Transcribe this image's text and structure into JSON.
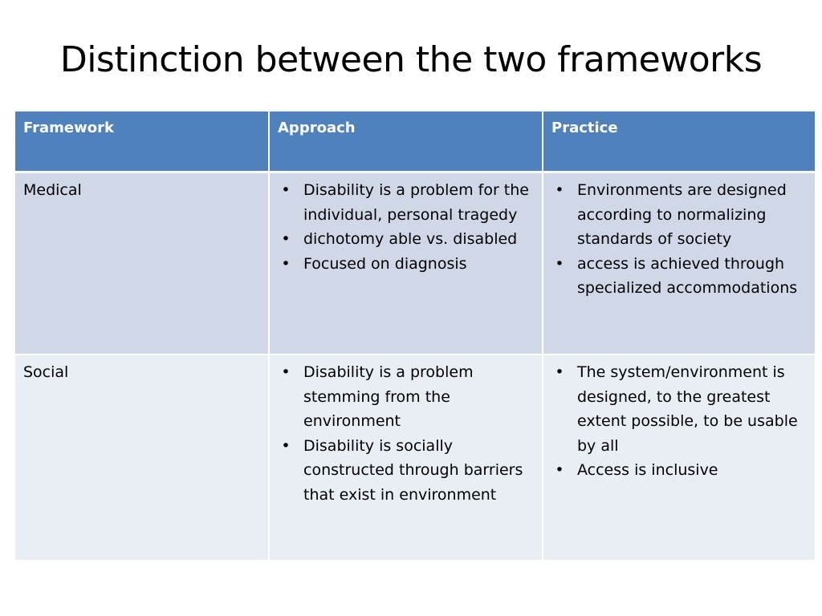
{
  "slide": {
    "title": "Distinction between the two frameworks"
  },
  "table": {
    "headers": [
      "Framework",
      "Approach",
      "Practice"
    ],
    "rows": [
      {
        "framework": "Medical",
        "approach": [
          "Disability is a problem for the individual, personal tragedy",
          "dichotomy able vs. disabled",
          "Focused on diagnosis"
        ],
        "practice": [
          "Environments are designed according to normalizing standards of society",
          "access is achieved through specialized accommodations"
        ]
      },
      {
        "framework": "Social",
        "approach": [
          "Disability is a problem stemming from the environment",
          "Disability is socially constructed through barriers that exist in environment"
        ],
        "practice": [
          "The system/environment is designed, to the greatest extent possible, to be usable by all",
          "Access is inclusive"
        ]
      }
    ]
  },
  "bullet_glyph": "•",
  "colors": {
    "header_fill": "#4f81bd",
    "row1_fill": "#d0d8e8",
    "row2_fill": "#e9edf4",
    "header_text": "#ffffff"
  }
}
